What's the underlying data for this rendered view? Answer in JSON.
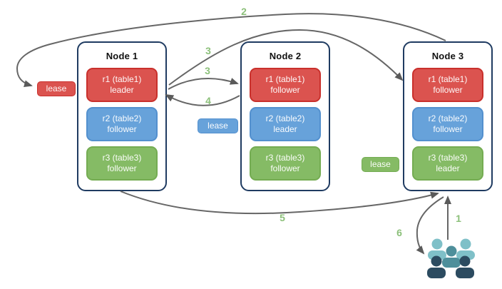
{
  "nodes": [
    {
      "title": "Node 1",
      "replicas": [
        {
          "name": "r1 (table1)",
          "role": "leader",
          "color": "red"
        },
        {
          "name": "r2 (table2)",
          "role": "follower",
          "color": "blue"
        },
        {
          "name": "r3 (table3)",
          "role": "follower",
          "color": "green"
        }
      ]
    },
    {
      "title": "Node 2",
      "replicas": [
        {
          "name": "r1 (table1)",
          "role": "follower",
          "color": "red"
        },
        {
          "name": "r2 (table2)",
          "role": "leader",
          "color": "blue"
        },
        {
          "name": "r3 (table3)",
          "role": "follower",
          "color": "green"
        }
      ]
    },
    {
      "title": "Node 3",
      "replicas": [
        {
          "name": "r1 (table1)",
          "role": "follower",
          "color": "red"
        },
        {
          "name": "r2 (table2)",
          "role": "follower",
          "color": "blue"
        },
        {
          "name": "r3 (table3)",
          "role": "leader",
          "color": "green"
        }
      ]
    }
  ],
  "leases": {
    "node1": "lease",
    "node2": "lease",
    "node3": "lease"
  },
  "steps": {
    "1": "1",
    "2": "2",
    "3a": "3",
    "3b": "3",
    "4": "4",
    "5": "5",
    "6": "6"
  },
  "icons": {
    "users": "users-icon"
  },
  "colors": {
    "replica_red": "#DB534F",
    "replica_red_border": "#C9302C",
    "replica_blue": "#67A2DA",
    "replica_blue_border": "#5390CE",
    "replica_green": "#85BB65",
    "replica_green_border": "#74AC52",
    "node_border": "#1F3B61",
    "arrow": "#666666",
    "arrowhead": "#5A5A5A",
    "step_label": "#8CC07A",
    "lease_text": "#FFFFFF",
    "users_light": "#7FC0C8",
    "users_mid": "#4E8F9B",
    "users_dark": "#2C4B60"
  }
}
